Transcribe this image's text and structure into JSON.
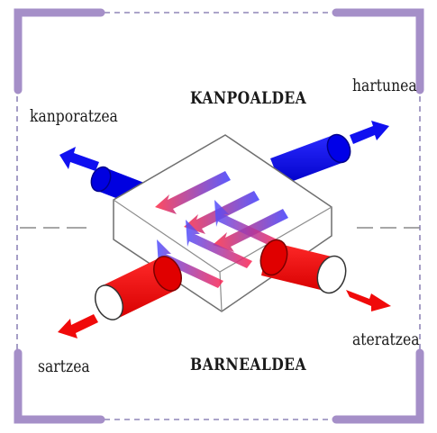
{
  "labels": {
    "outside": "KANPOALDEA",
    "inside": "BARNEALDEA",
    "intake": "hartunea",
    "exhaust": "kanporatzea",
    "supply": "sartzea",
    "extract": "ateratzea"
  },
  "colors": {
    "frame": "#a58fc8",
    "dashed": "#8f86b8",
    "cold_blue": "#0a0ae8",
    "warm_red": "#f20a0a",
    "box_fill": "#ffffff",
    "box_stroke": "#6f6f6f"
  }
}
